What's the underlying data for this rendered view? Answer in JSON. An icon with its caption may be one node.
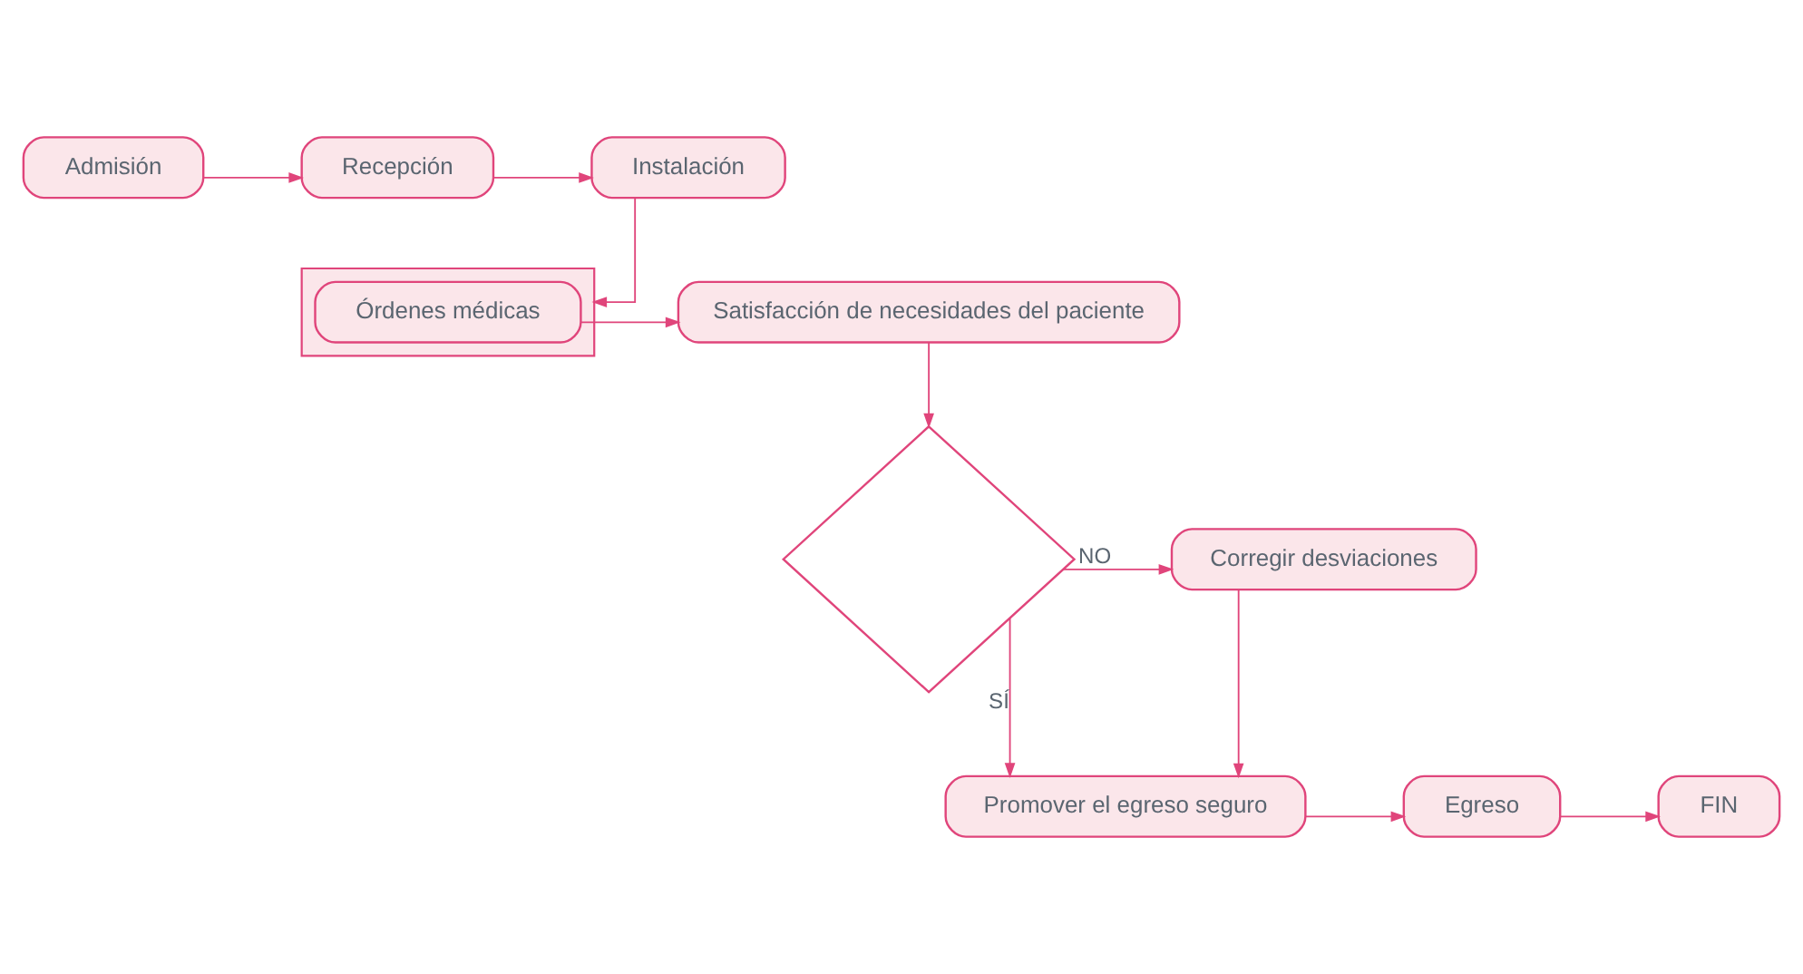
{
  "diagram": {
    "nodes": [
      {
        "text": [
          "Admisión"
        ]
      },
      {
        "text": [
          "Recepción"
        ]
      },
      {
        "text": [
          "Instalación"
        ]
      },
      {
        "text": [],
        "shape": "document"
      },
      {
        "text": [
          "Órdenes médicas"
        ],
        "in": 3
      },
      {
        "text": [
          "Satisfacción de necesidades del paciente"
        ]
      },
      {
        "text": [],
        "shape": "diamond"
      },
      {
        "text": [
          "Corregir desviaciones"
        ]
      },
      {
        "text": [
          "Promover el egreso seguro"
        ]
      },
      {
        "text": [
          "Egreso"
        ]
      },
      {
        "text": [
          "FIN"
        ]
      }
    ],
    "edges": [
      {
        "from": 0,
        "to": 1,
        "arrow": "to"
      },
      {
        "from": 1,
        "to": 2,
        "arrow": "to"
      },
      {
        "from": 2,
        "to": 3,
        "arrow": "to"
      },
      {
        "from": 4,
        "to": 5,
        "arrow": "to"
      },
      {
        "from": 5,
        "to": 6,
        "arrow": "to"
      },
      {
        "from": 6,
        "to": 7,
        "label": "NO",
        "arrow": "to"
      },
      {
        "from": 6,
        "to": 8,
        "label": "SÍ",
        "arrow": "to"
      },
      {
        "from": 7,
        "to": 8,
        "arrow": "to"
      },
      {
        "from": 8,
        "to": 9,
        "arrow": "to"
      },
      {
        "from": 9,
        "to": 10,
        "arrow": "to"
      }
    ]
  }
}
